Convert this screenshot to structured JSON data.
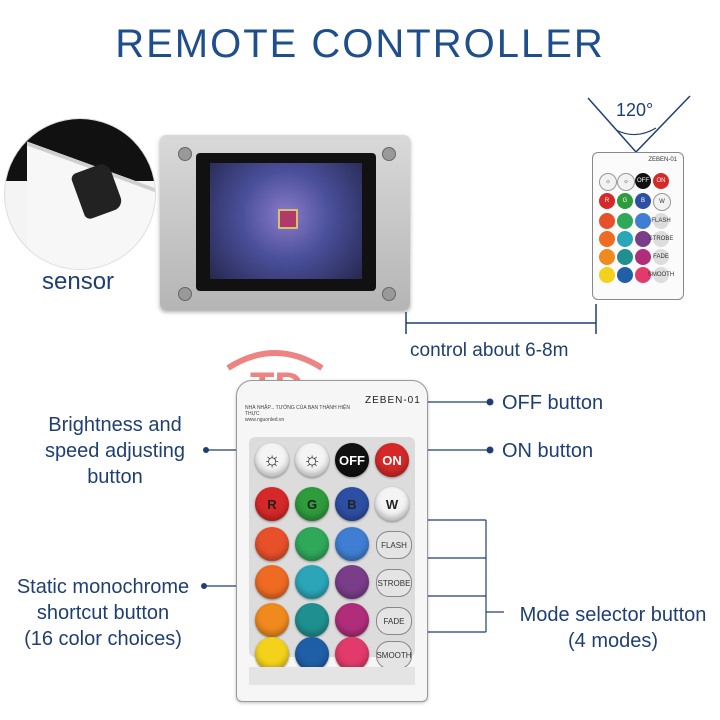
{
  "title": "REMOTE  CONTROLLER",
  "sensor_label": "sensor",
  "angle_label": "120°",
  "distance_label": "control about 6-8m",
  "brand": "ZEBEN-01",
  "brand_tagline": "NHÀ NHẬP... TƯỞNG CỦA BẠN THÀNH HIỆN THỰC",
  "brand_url": "www.nguonled.vn",
  "callouts": {
    "brightness_line1": "Brightness and",
    "brightness_line2": "speed adjusting",
    "brightness_line3": "button",
    "off": "OFF button",
    "on": "ON button",
    "static_line1": "Static monochrome",
    "static_line2": "shortcut button",
    "static_line3": "(16 color choices)",
    "mode_line1": "Mode selector button",
    "mode_line2": "(4 modes)"
  },
  "remote": {
    "sun_up": "☼",
    "sun_down": "☼",
    "off": "OFF",
    "on": "ON",
    "r": "R",
    "g": "G",
    "b": "B",
    "w": "W",
    "flash": "FLASH",
    "strobe": "STROBE",
    "fade": "FADE",
    "smooth": "SMOOTH"
  },
  "colors": {
    "r": "#d62828",
    "g": "#2e9b3c",
    "b": "#2d4fa3",
    "w": "#f2f2f2",
    "grid": [
      [
        "#e8502a",
        "#2fa85a",
        "#3f7ed2"
      ],
      [
        "#ef6b22",
        "#2aa6b8",
        "#7a3d8a"
      ],
      [
        "#f08a1e",
        "#1f8f8f",
        "#b02d7a"
      ],
      [
        "#f4d21c",
        "#1f5fa8",
        "#e23a6a"
      ]
    ]
  },
  "watermark": "TD"
}
